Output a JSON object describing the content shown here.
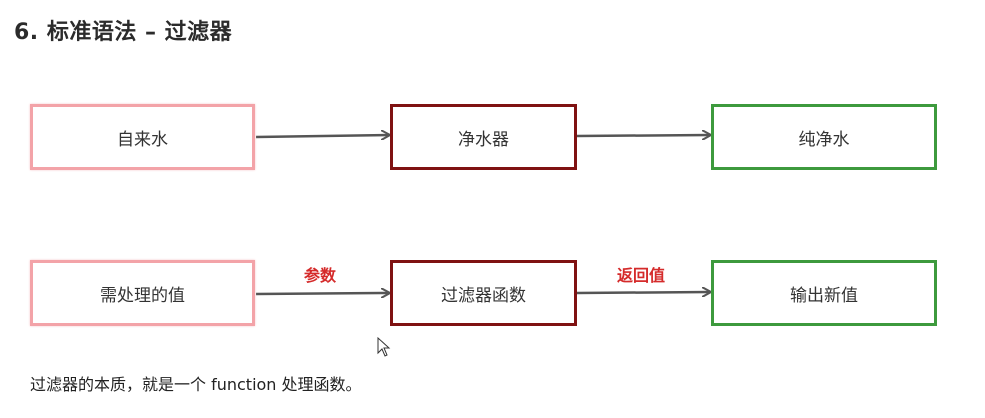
{
  "title": "6. 标准语法 – 过滤器",
  "diagram": {
    "row1": {
      "source": "自来水",
      "process": "净水器",
      "result": "纯净水"
    },
    "row2": {
      "source": "需处理的值",
      "process": "过滤器函数",
      "result": "输出新值",
      "edge1_label": "参数",
      "edge2_label": "返回值"
    }
  },
  "caption": "过滤器的本质，就是一个 function 处理函数。",
  "colors": {
    "source_border": "#f3a3a8",
    "process_border": "#7f1212",
    "result_border": "#3d9a3d",
    "edge_label": "#d52b2b",
    "arrow": "#555555"
  }
}
